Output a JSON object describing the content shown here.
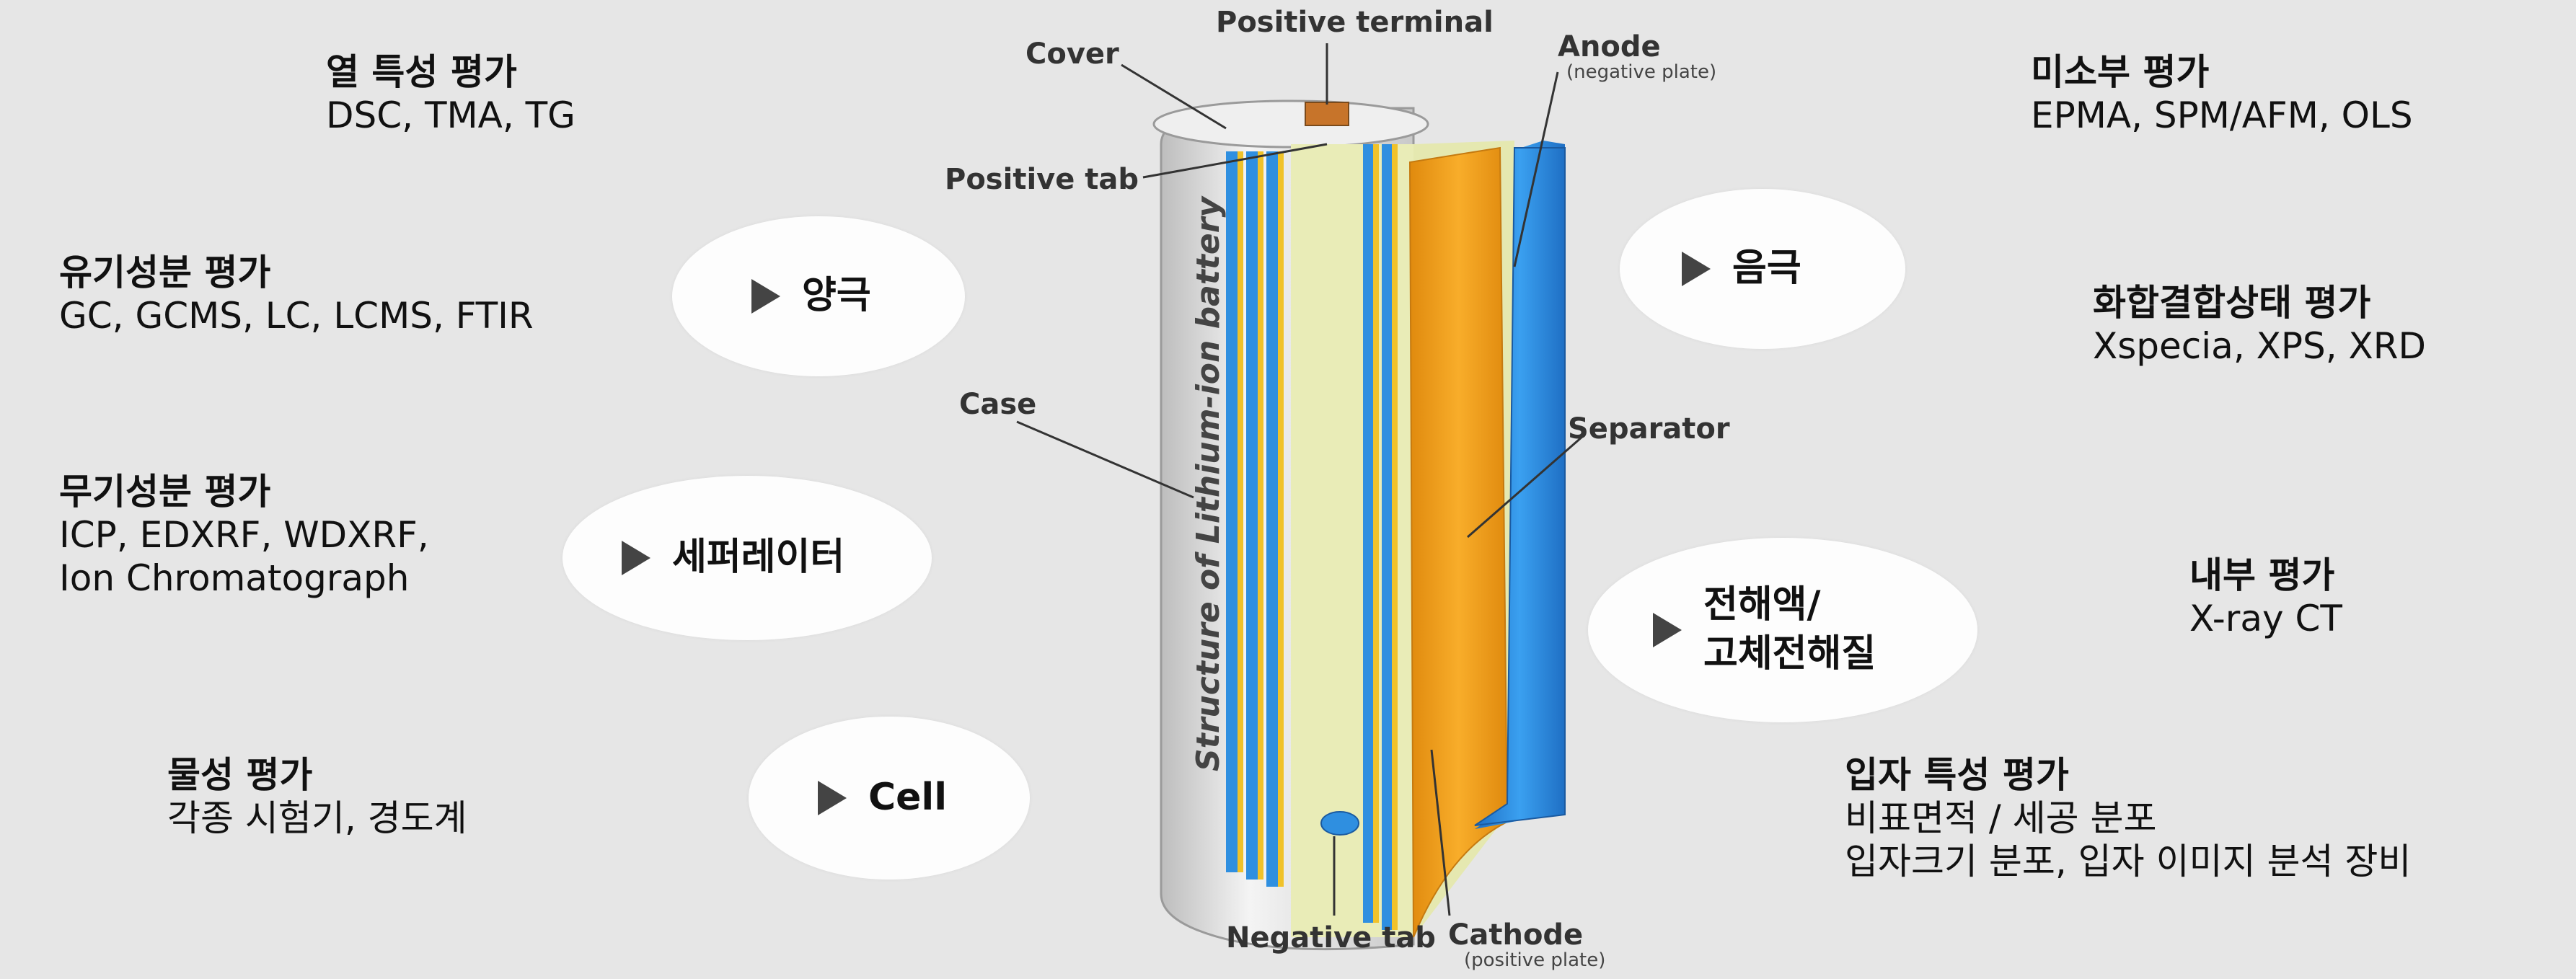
{
  "evaluations": {
    "thermal": {
      "title": "열 특성 평가",
      "methods": [
        "DSC, TMA, TG"
      ]
    },
    "organic": {
      "title": "유기성분 평가",
      "methods": [
        "GC, GCMS, LC, LCMS, FTIR"
      ]
    },
    "inorganic": {
      "title": "무기성분 평가",
      "methods": [
        "ICP, EDXRF, WDXRF,",
        "Ion Chromatograph"
      ]
    },
    "physical": {
      "title": "물성 평가",
      "methods": [
        "각종 시험기, 경도계"
      ]
    },
    "microstructure": {
      "title": "미소부 평가",
      "methods": [
        "EPMA, SPM/AFM, OLS"
      ]
    },
    "bonding": {
      "title": "화합결합상태 평가",
      "methods": [
        "Xspecia, XPS, XRD"
      ]
    },
    "internal": {
      "title": "내부 평가",
      "methods": [
        "X-ray CT"
      ]
    },
    "particle": {
      "title": "입자 특성 평가",
      "methods": [
        "비표면적 / 세공 분포",
        "입자크기 분포, 입자 이미지 분석 장비"
      ]
    }
  },
  "bubbles": {
    "cathode": "양극",
    "separator": "세퍼레이터",
    "cell": "Cell",
    "anode": "음극",
    "electrolyte": "전해액/\n고체전해질"
  },
  "battery": {
    "vertical_text": "Structure of Lithium-ion battery",
    "labels": {
      "positive_terminal": "Positive terminal",
      "cover": "Cover",
      "positive_tab": "Positive tab",
      "anode": "Anode",
      "anode_sub": "(negative plate)",
      "case": "Case",
      "separator": "Separator",
      "negative_tab": "Negative tab",
      "cathode": "Cathode",
      "cathode_sub": "(positive plate)"
    }
  },
  "colors": {
    "background": "#e6e6e6",
    "bubble": "#fdfdfd",
    "orange_plate": "#f5a21b",
    "blue_plate": "#2f8fe0",
    "separator_plate": "#e9ecb7",
    "casing": "#d4d4d4"
  }
}
